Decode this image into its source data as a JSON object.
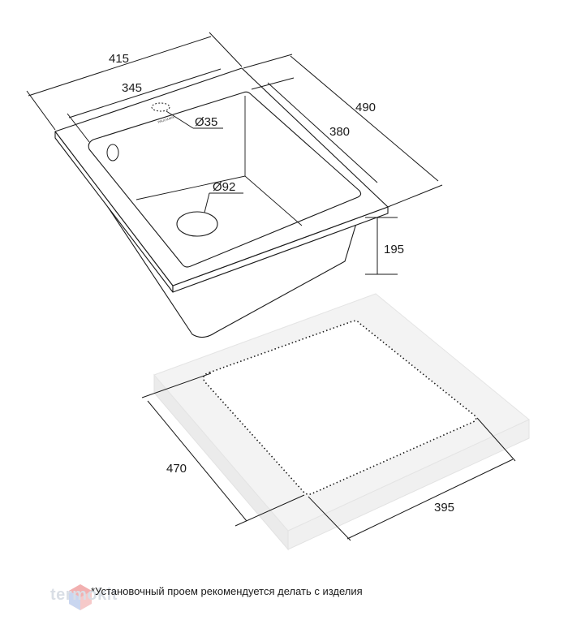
{
  "dimensions": {
    "width_outer": "415",
    "width_inner": "345",
    "depth_outer": "490",
    "depth_inner": "380",
    "bowl_depth": "195",
    "overflow_hole": "Ø35",
    "drain_hole": "Ø92",
    "cutout_depth": "470",
    "cutout_width": "395"
  },
  "brand_mark": "PAULMARK",
  "watermark": "termokit",
  "footnote": "*Установочный проем рекомендуется делать с изделия"
}
